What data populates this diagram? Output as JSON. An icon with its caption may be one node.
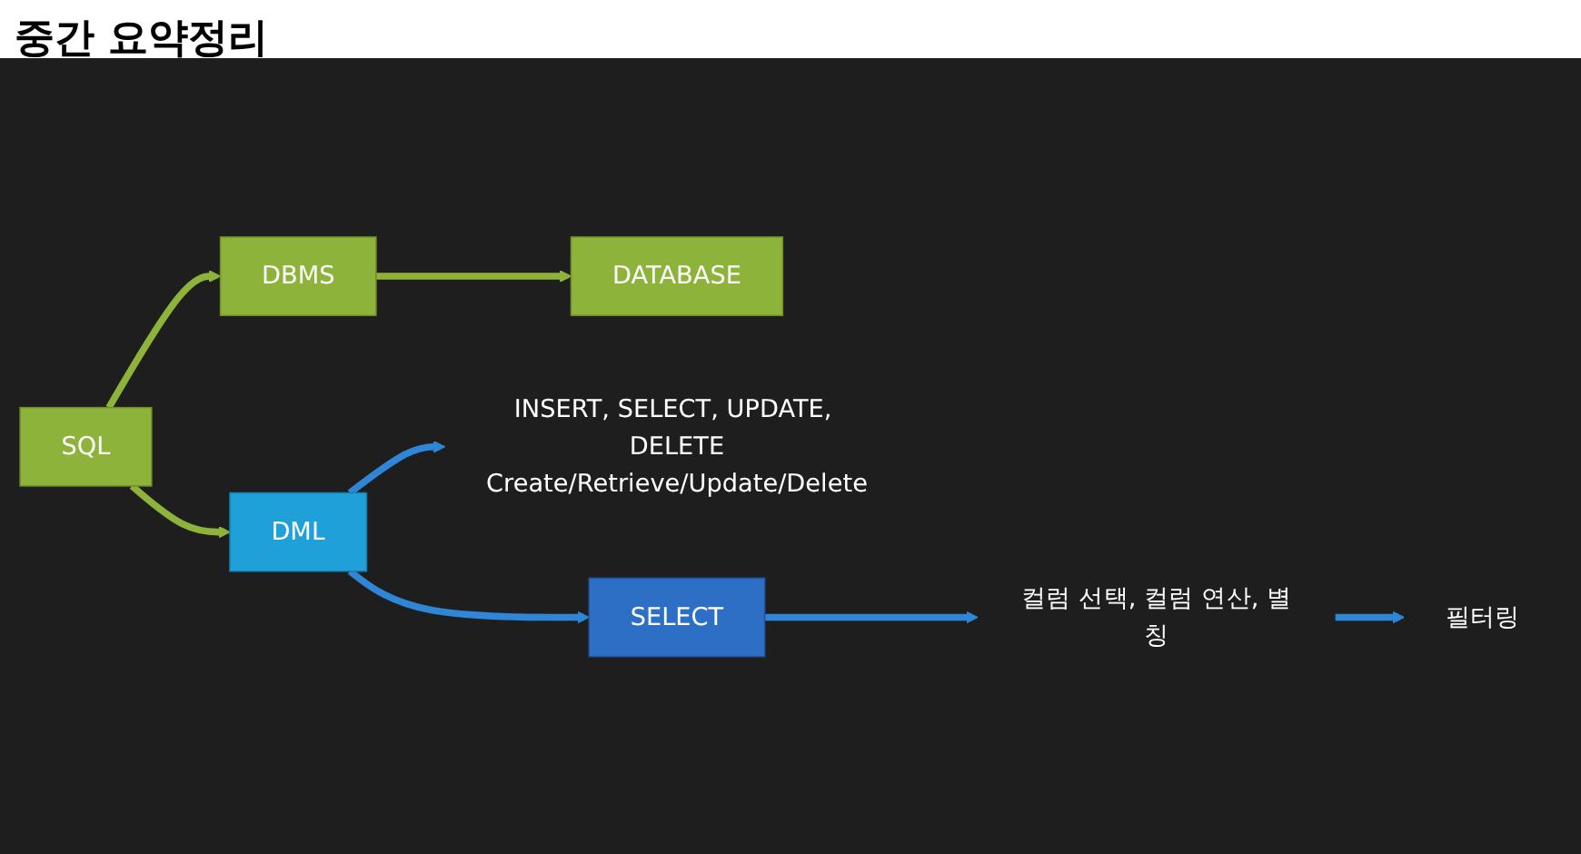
{
  "diagram": {
    "title": "중간 요약정리",
    "nodes": [
      {
        "text": [
          "SQL"
        ]
      },
      {
        "text": [
          "DBMS"
        ]
      },
      {
        "text": [
          "DATABASE"
        ]
      },
      {
        "text": [
          "DML"
        ]
      },
      {
        "text": [
          "INSERT, SELECT, UPDATE, DELETE",
          "Create/Retrieve/Update/Delete"
        ]
      },
      {
        "text": [
          "SELECT"
        ]
      },
      {
        "text": [
          "컬럼 선택, 컬럼 연산, 별칭"
        ]
      },
      {
        "text": [
          "필터링"
        ]
      }
    ],
    "edges": [
      {
        "from": 0,
        "to": 1,
        "arrow": "to",
        "color": "#8db33a"
      },
      {
        "from": 1,
        "to": 2,
        "arrow": "to",
        "color": "#8db33a"
      },
      {
        "from": 0,
        "to": 3,
        "arrow": "to",
        "color": "#8db33a"
      },
      {
        "from": 3,
        "to": 4,
        "arrow": "to"
      },
      {
        "from": 3,
        "to": 5,
        "arrow": "to"
      },
      {
        "from": 5,
        "to": 6,
        "arrow": "to"
      },
      {
        "from": 6,
        "to": 7,
        "arrow": "to"
      }
    ]
  }
}
